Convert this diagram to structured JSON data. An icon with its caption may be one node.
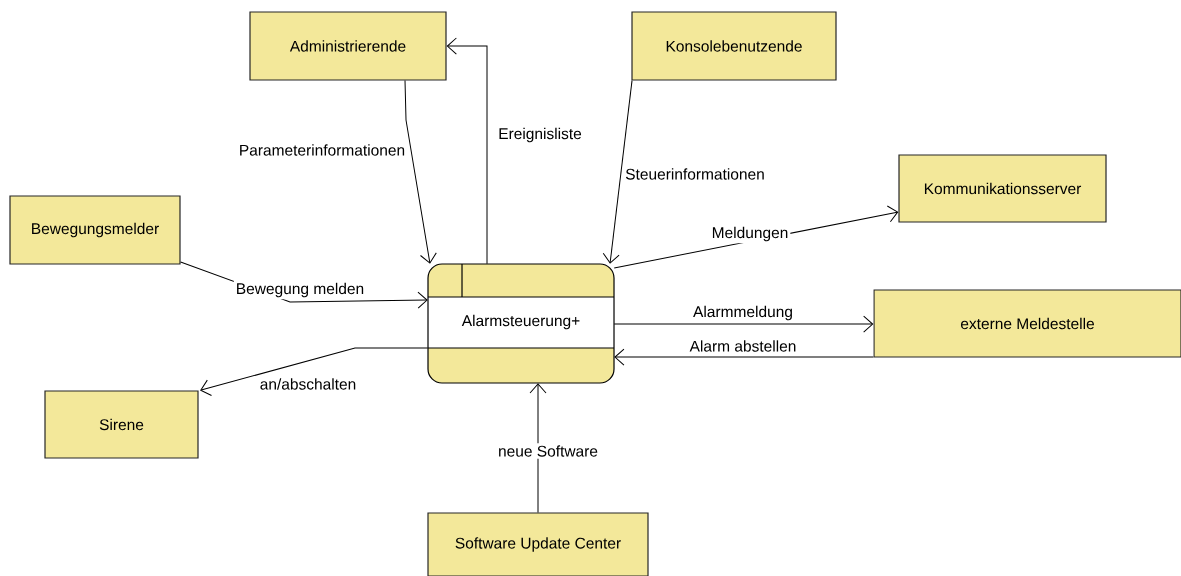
{
  "diagram": {
    "nodes": [
      {
        "text": [
          "Administrierende"
        ]
      },
      {
        "text": [
          "Konsolebenutzende"
        ]
      },
      {
        "text": [
          "Kommunikationsserver"
        ]
      },
      {
        "text": [
          "Bewegungsmelder"
        ]
      },
      {
        "text": [
          "Alarmsteuerung+"
        ]
      },
      {
        "text": [
          "externe Meldestelle"
        ]
      },
      {
        "text": [
          "Sirene"
        ]
      },
      {
        "text": [
          "Software Update Center"
        ]
      }
    ],
    "edges": [
      {
        "from": 0,
        "to": 4,
        "arrow": "to",
        "label": "Parameterinformationen"
      },
      {
        "from": 4,
        "to": 0,
        "arrow": "to",
        "label": "Ereignisliste"
      },
      {
        "from": 1,
        "to": 4,
        "arrow": "to",
        "label": "Steuerinformationen"
      },
      {
        "from": 4,
        "to": 2,
        "arrow": "to",
        "label": "Meldungen"
      },
      {
        "from": 3,
        "to": 4,
        "arrow": "to",
        "label": "Bewegung melden"
      },
      {
        "from": 4,
        "to": 5,
        "arrow": "to",
        "label": "Alarmmeldung"
      },
      {
        "from": 5,
        "to": 4,
        "arrow": "to",
        "label": "Alarm abstellen"
      },
      {
        "from": 4,
        "to": 6,
        "arrow": "to",
        "label": "an/abschalten"
      },
      {
        "from": 7,
        "to": 4,
        "arrow": "to",
        "label": "neue Software"
      }
    ]
  }
}
